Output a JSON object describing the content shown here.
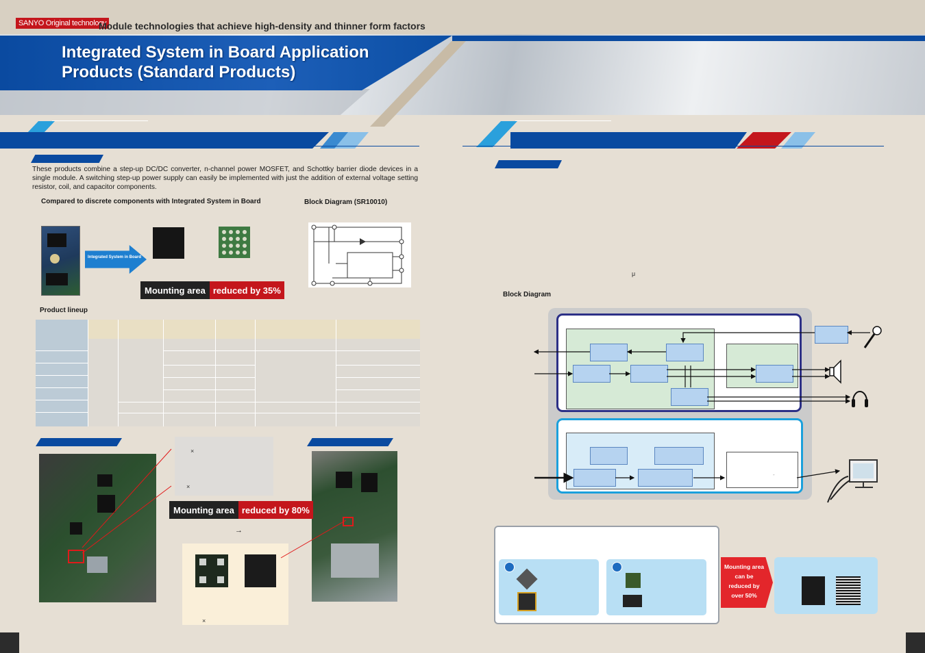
{
  "header": {
    "tag": "SANYO Original technology",
    "tagline": "Module technologies that achieve high-density and thinner form factors",
    "title_line1": "Integrated System in Board Application",
    "title_line2": "Products (Standard Products)"
  },
  "left": {
    "intro": "These products combine a step-up DC/DC converter, n-channel power MOSFET, and Schottky barrier diode devices in a single module. A switching step-up power supply can easily be implemented with just the addition of external voltage setting resistor, coil, and capacitor components.",
    "compare_caption": "Compared to discrete components with Integrated System in Board",
    "arrow_label": "Integrated System in Board",
    "badge1_key": "Mounting area",
    "badge1_value": "reduced by 35%",
    "block_diagram_caption": "Block Diagram (SR10010)",
    "lineup_caption": "Product lineup",
    "times_1": "×",
    "times_2": "×",
    "badge2_key": "Mounting area",
    "badge2_value": "reduced by 80%",
    "arrow_symbol": "→",
    "times_3": "×"
  },
  "right": {
    "mu": "μ",
    "block_diagram_caption": "Block Diagram",
    "dash": "-",
    "reduced_badge": [
      "Mounting area",
      "can be",
      "reduced by",
      "over 50%"
    ]
  },
  "colors": {
    "brand_blue": "#0a4aa0",
    "accent_red": "#c4161c",
    "light_blue": "#2aa0dc"
  }
}
